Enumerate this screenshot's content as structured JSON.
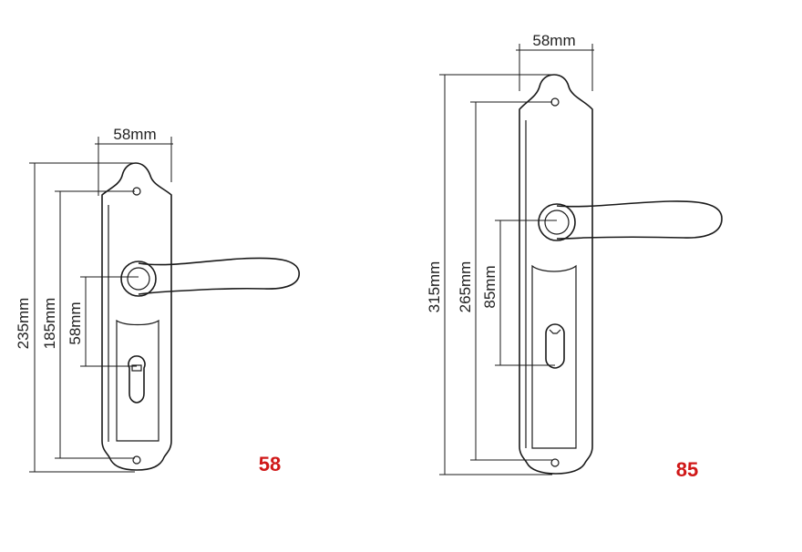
{
  "colors": {
    "line": "#1a1a1a",
    "label": "#222222",
    "model": "#d01818"
  },
  "left_drawing": {
    "width_label": "58mm",
    "total_height_label": "235mm",
    "hole_spacing_label": "185mm",
    "handle_to_cylinder_label": "58mm",
    "model_label": "58"
  },
  "right_drawing": {
    "width_label": "58mm",
    "total_height_label": "315mm",
    "hole_spacing_label": "265mm",
    "handle_to_cylinder_label": "85mm",
    "model_label": "85"
  }
}
